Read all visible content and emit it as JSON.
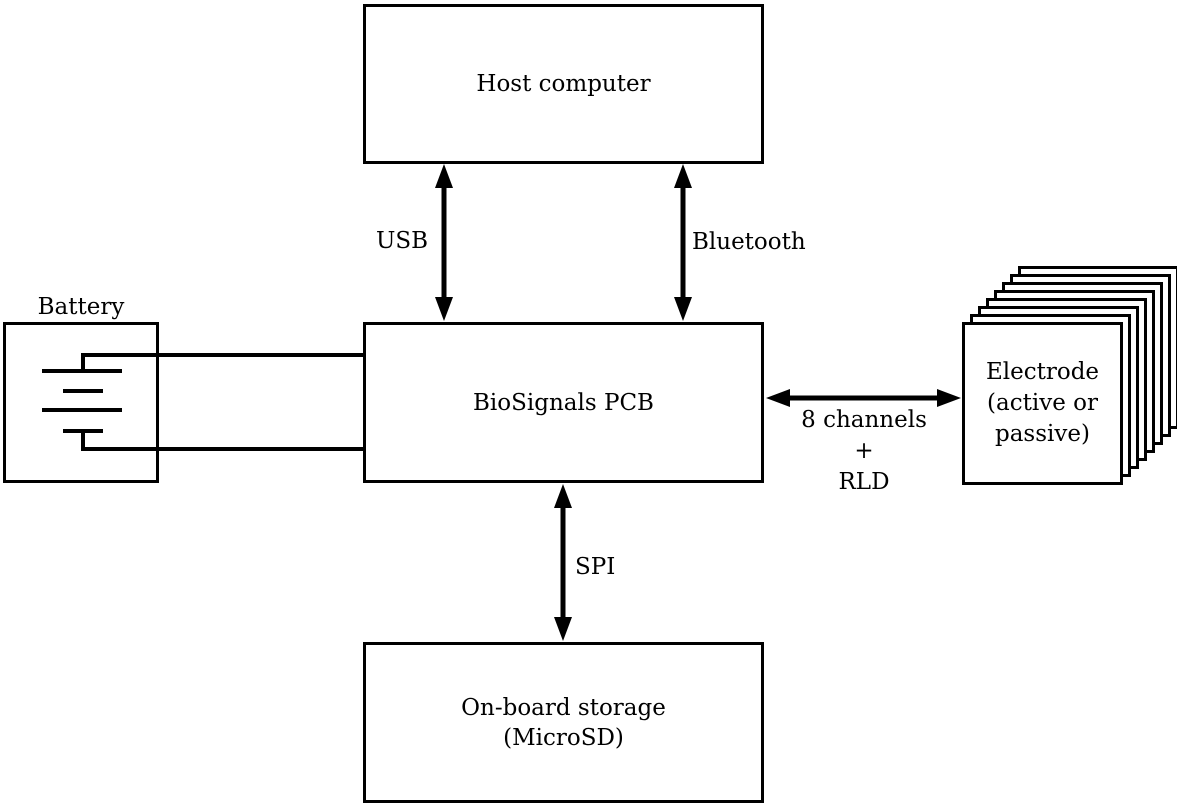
{
  "nodes": {
    "host_computer": {
      "label": "Host computer"
    },
    "biosignals_pcb": {
      "label": "BioSignals PCB"
    },
    "onboard_storage": {
      "lines": [
        "On-board storage",
        "(MicroSD)"
      ]
    },
    "battery": {
      "label": "Battery"
    },
    "electrode": {
      "lines": [
        "Electrode",
        "(active or",
        "passive)"
      ],
      "stack_count": 8
    }
  },
  "connections": {
    "usb": {
      "label": "USB",
      "style": "double-arrow"
    },
    "bluetooth": {
      "label": "Bluetooth",
      "style": "double-arrow"
    },
    "spi": {
      "label": "SPI",
      "style": "double-arrow"
    },
    "electrode_link": {
      "lines": [
        "8 channels",
        "+",
        "RLD"
      ],
      "style": "double-arrow"
    },
    "battery_link": {
      "style": "two-wire"
    }
  },
  "colors": {
    "line": "#000000",
    "background": "#ffffff"
  }
}
